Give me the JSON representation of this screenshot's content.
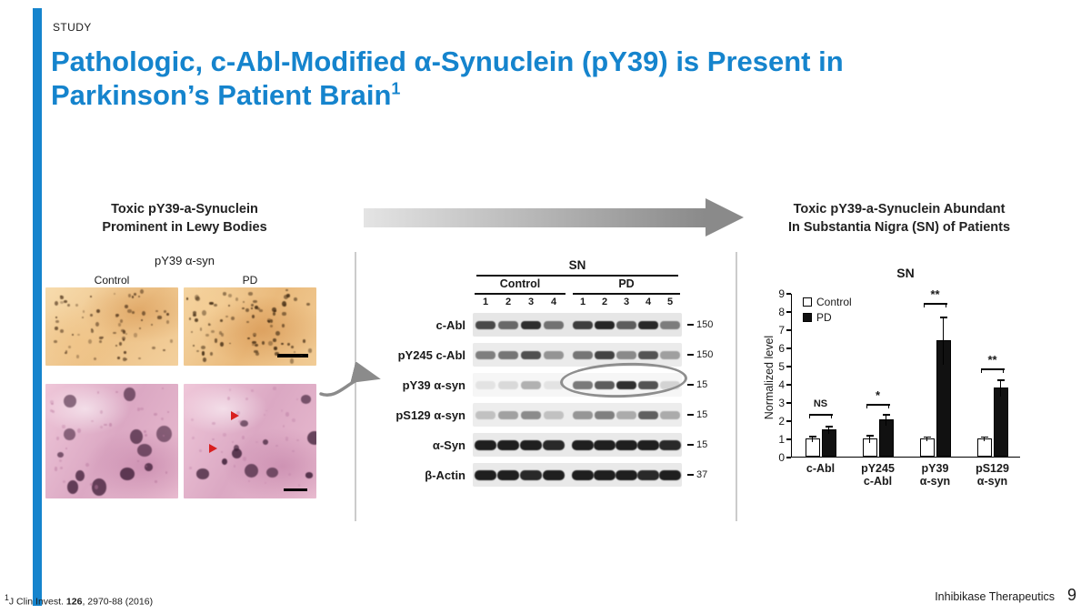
{
  "slide": {
    "kicker": "STUDY",
    "title_line1": "Pathologic, c-Abl-Modified α-Synuclein (pY39) is Present in",
    "title_line2": "Parkinson’s Patient Brain",
    "title_superscript": "1"
  },
  "left_panel": {
    "heading_line1": "Toxic pY39-a-Synuclein",
    "heading_line2": "Prominent in Lewy Bodies",
    "figure_label": "pY39 α-syn",
    "control_label": "Control",
    "pd_label": "PD"
  },
  "blot_panel": {
    "region_label": "SN",
    "control_label": "Control",
    "pd_label": "PD",
    "control_lanes": [
      "1",
      "2",
      "3",
      "4"
    ],
    "pd_lanes": [
      "1",
      "2",
      "3",
      "4",
      "5"
    ],
    "rows": [
      {
        "label": "c-Abl",
        "mw": "150",
        "strip_bg": "#e6e6e6",
        "thick": false,
        "bands": [
          0.75,
          0.6,
          0.88,
          0.55,
          0.8,
          0.92,
          0.65,
          0.9,
          0.5
        ]
      },
      {
        "label": "pY245 c-Abl",
        "mw": "150",
        "strip_bg": "#ebebeb",
        "thick": false,
        "bands": [
          0.5,
          0.55,
          0.72,
          0.4,
          0.55,
          0.78,
          0.45,
          0.7,
          0.35
        ]
      },
      {
        "label": "pY39 α-syn",
        "mw": "15",
        "strip_bg": "#f6f6f6",
        "thick": false,
        "bands": [
          0.08,
          0.12,
          0.3,
          0.08,
          0.55,
          0.68,
          0.88,
          0.72,
          0.15
        ]
      },
      {
        "label": "pS129 α-syn",
        "mw": "15",
        "strip_bg": "#ededed",
        "thick": false,
        "bands": [
          0.2,
          0.35,
          0.45,
          0.2,
          0.4,
          0.5,
          0.3,
          0.65,
          0.3
        ]
      },
      {
        "label": "α-Syn",
        "mw": "15",
        "strip_bg": "#e9e9e9",
        "thick": true,
        "bands": [
          0.95,
          0.95,
          0.95,
          0.9,
          0.95,
          0.95,
          0.95,
          0.95,
          0.9
        ]
      },
      {
        "label": "β-Actin",
        "mw": "37",
        "strip_bg": "#e9e9e9",
        "thick": true,
        "bands": [
          0.95,
          0.95,
          0.9,
          0.95,
          0.95,
          0.95,
          0.95,
          0.9,
          0.95
        ]
      }
    ]
  },
  "right_panel": {
    "heading_line1": "Toxic pY39-a-Synuclein Abundant",
    "heading_line2": "In Substantia Nigra (SN) of Patients"
  },
  "chart_data": {
    "type": "bar",
    "title": "SN",
    "ylabel": "Normalized level",
    "ylim": [
      0,
      9
    ],
    "yticks": [
      0,
      1,
      2,
      3,
      4,
      5,
      6,
      7,
      8,
      9
    ],
    "categories": [
      [
        "c-Abl"
      ],
      [
        "pY245",
        "c-Abl"
      ],
      [
        "pY39",
        "α-syn"
      ],
      [
        "pS129",
        "α-syn"
      ]
    ],
    "series": [
      {
        "name": "Control",
        "color": "#ffffff",
        "values": [
          1.0,
          1.0,
          1.0,
          1.0
        ],
        "errors": [
          0.15,
          0.2,
          0.12,
          0.12
        ]
      },
      {
        "name": "PD",
        "color": "#111111",
        "values": [
          1.5,
          2.05,
          6.4,
          3.8
        ],
        "errors": [
          0.2,
          0.3,
          1.3,
          0.45
        ]
      }
    ],
    "significance": [
      {
        "label": "NS",
        "y": 2.4
      },
      {
        "label": "*",
        "y": 2.95
      },
      {
        "label": "**",
        "y": 8.5
      },
      {
        "label": "**",
        "y": 4.9
      }
    ],
    "legend_position": "top-left",
    "grid": false
  },
  "footer": {
    "citation_sup": "1",
    "citation_pre": "J Clin Invest. ",
    "citation_vol": "126",
    "citation_post": ", 2970-88  (2016)",
    "company": "Inhibikase Therapeutics",
    "page_number": "9"
  }
}
